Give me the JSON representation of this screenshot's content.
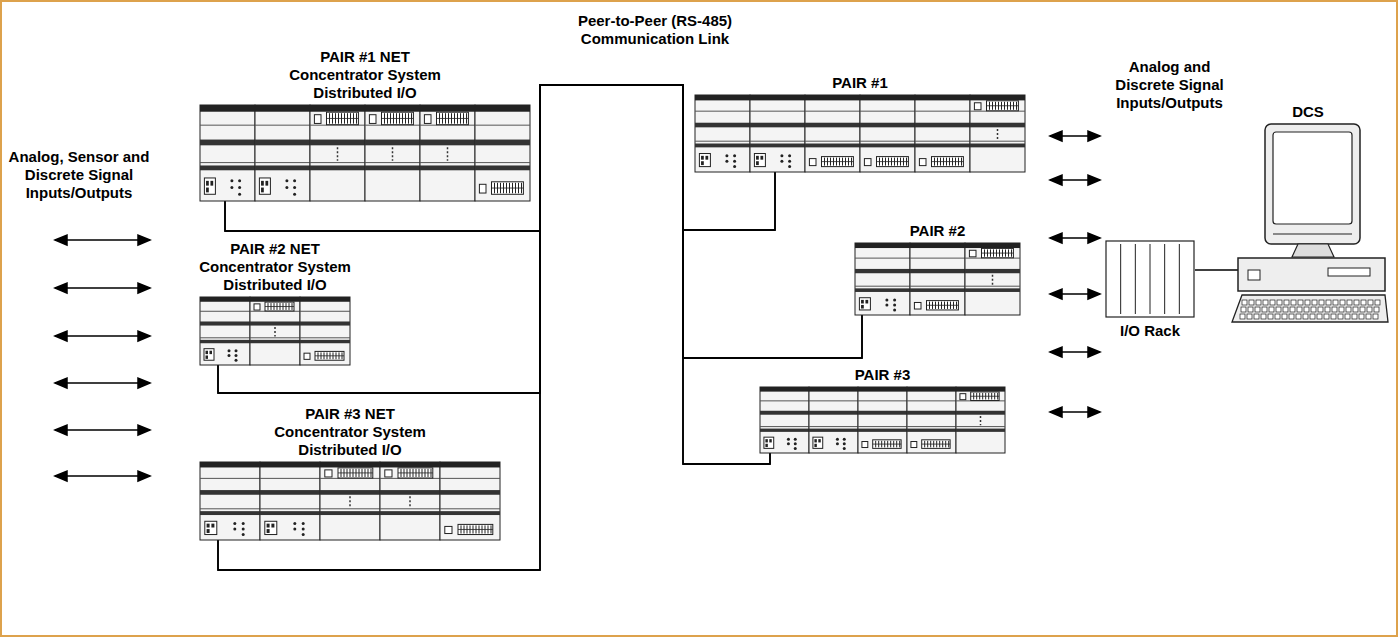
{
  "diagram": {
    "nodes": [
      {
        "text": [
          "PAIR #1 NET Concentrator System Distributed I/O"
        ]
      },
      {
        "text": [
          "PAIR #2 NET Concentrator System Distributed I/O"
        ]
      },
      {
        "text": [
          "PAIR #3 NET Concentrator System Distributed I/O"
        ]
      },
      {
        "text": [
          "PAIR #1"
        ]
      },
      {
        "text": [
          "PAIR #2"
        ]
      },
      {
        "text": [
          "PAIR #3"
        ]
      },
      {
        "text": [
          "I/O Rack"
        ]
      },
      {
        "text": [
          "DCS"
        ]
      }
    ],
    "edges": [
      {
        "from": 0,
        "to": 3,
        "arrow": "none"
      },
      {
        "from": 0,
        "to": 4,
        "arrow": "none"
      },
      {
        "from": 0,
        "to": 5,
        "arrow": "none"
      },
      {
        "from": 1,
        "to": 3,
        "arrow": "none"
      },
      {
        "from": 1,
        "to": 4,
        "arrow": "none"
      },
      {
        "from": 1,
        "to": 5,
        "arrow": "none"
      },
      {
        "from": 2,
        "to": 3,
        "arrow": "none"
      },
      {
        "from": 2,
        "to": 4,
        "arrow": "none"
      },
      {
        "from": 2,
        "to": 5,
        "arrow": "none"
      },
      {
        "from": 6,
        "to": 7,
        "arrow": "none"
      }
    ],
    "labels": [
      "Peer-to-Peer (RS-485) Communication Link",
      "Analog, Sensor and Discrete Signal Inputs/Outputs",
      "Analog and Discrete Signal Inputs/Outputs"
    ]
  }
}
